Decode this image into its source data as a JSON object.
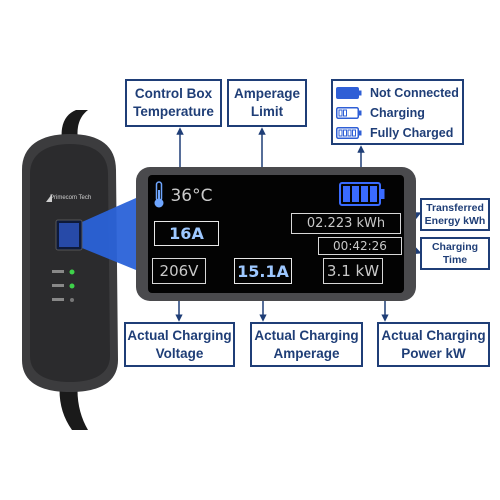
{
  "callouts": {
    "control_box_temperature": {
      "line1": "Control Box",
      "line2": "Temperature"
    },
    "amperage_limit": {
      "line1": "Amperage",
      "line2": "Limit"
    },
    "transferred_energy": {
      "line1": "Transferred",
      "line2": "Energy kWh"
    },
    "charging_time": {
      "line1": "Charging",
      "line2": "Time"
    },
    "actual_voltage": {
      "line1": "Actual Charging",
      "line2": "Voltage"
    },
    "actual_amperage": {
      "line1": "Actual Charging",
      "line2": "Amperage"
    },
    "actual_power": {
      "line1": "Actual Charging",
      "line2": "Power kW"
    }
  },
  "legend": {
    "not_connected": "Not Connected",
    "charging": "Charging",
    "fully_charged": "Fully Charged"
  },
  "display": {
    "temperature": "36°C",
    "amperage_limit": "16A",
    "energy": "02.223 kWh",
    "time": "00:42:26",
    "voltage": "206V",
    "amperage": "15.1A",
    "power": "3.1 kW"
  },
  "device": {
    "brand": "Primecom Tech"
  },
  "colors": {
    "navy": "#1f3e77",
    "battery_blue": "#2f5fd6",
    "led_green": "#3ed14a"
  }
}
